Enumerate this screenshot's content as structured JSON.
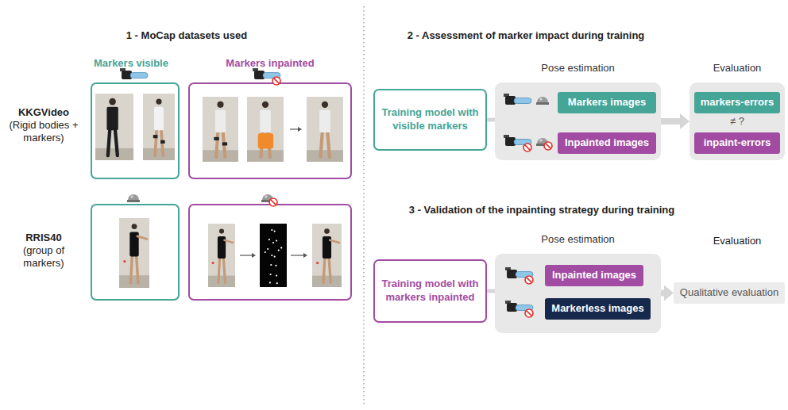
{
  "diagram": {
    "nodes": [
      {
        "text": [
          "Training model with visible markers"
        ]
      },
      {
        "text": [
          "Pose estimation"
        ]
      },
      {
        "text": [
          "Markers images"
        ],
        "in": 1
      },
      {
        "text": [
          "Inpainted images"
        ],
        "in": 1
      },
      {
        "text": [
          "Evaluation",
          "≠ ?"
        ]
      },
      {
        "text": [
          "markers-errors"
        ],
        "in": 4
      },
      {
        "text": [
          "inpaint-errors"
        ],
        "in": 4
      },
      {
        "text": [
          "Training model with markers inpainted"
        ]
      },
      {
        "text": [
          "Pose estimation"
        ]
      },
      {
        "text": [
          "Inpainted images"
        ],
        "in": 8
      },
      {
        "text": [
          "Markerless images"
        ],
        "in": 8
      },
      {
        "text": [
          "Qualitative evaluation"
        ]
      }
    ],
    "edges": [
      {
        "from": 0,
        "to": 1,
        "arrow": "none"
      },
      {
        "from": 1,
        "to": 4,
        "arrow": "to"
      },
      {
        "from": 7,
        "to": 8,
        "arrow": "none"
      },
      {
        "from": 8,
        "to": 11,
        "arrow": "to"
      }
    ],
    "labels": [
      "1 - MoCap datasets used",
      "Markers visible",
      "Markers inpainted",
      "KKGVideo",
      "(Rigid bodies + markers)",
      "RRIS40",
      "(group of markers)",
      "2 - Assessment of marker impact during training",
      "3 - Validation of the inpainting strategy during training",
      "Evaluation"
    ]
  }
}
